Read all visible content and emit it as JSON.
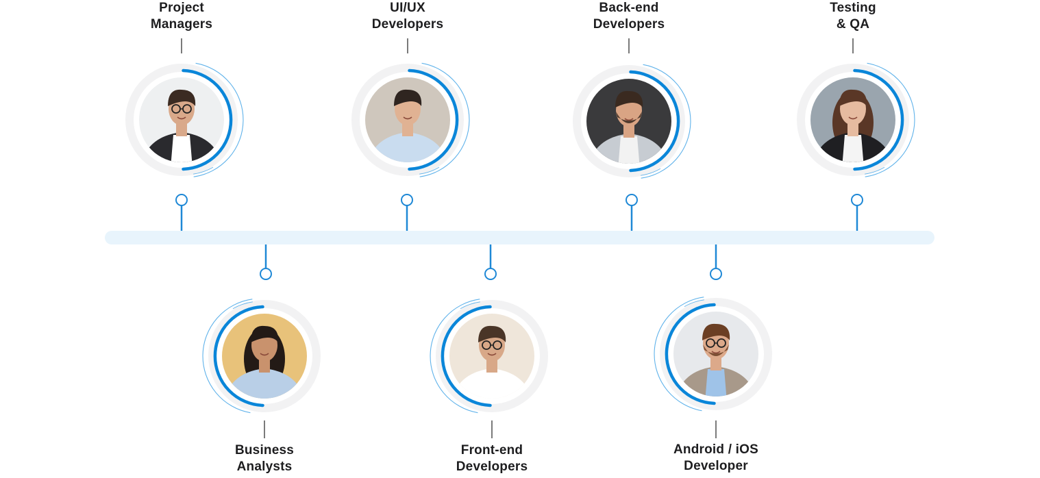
{
  "roles": [
    {
      "id": "project-managers",
      "lines": [
        "Project",
        "Managers"
      ],
      "row": "top",
      "avatar": {
        "bg": "#eef0f1",
        "skin": "#d9a98a",
        "hair": "#3b2b22",
        "shirt": "#ffffff",
        "jacket": "#2a2a2e",
        "glasses": true,
        "beard": false,
        "long_hair": false
      }
    },
    {
      "id": "ui-ux-developers",
      "lines": [
        "UI/UX",
        "Developers"
      ],
      "row": "top",
      "avatar": {
        "bg": "#cfc7bd",
        "skin": "#e0b293",
        "hair": "#2f2520",
        "shirt": "#c9dcef",
        "jacket": "#c9dcef",
        "glasses": false,
        "beard": false,
        "long_hair": false
      }
    },
    {
      "id": "back-end-developers",
      "lines": [
        "Back-end",
        "Developers"
      ],
      "row": "top",
      "avatar": {
        "bg": "#3a3a3c",
        "skin": "#d9a484",
        "hair": "#3a2a20",
        "shirt": "#f2f2f2",
        "jacket": "#c7ccd2",
        "glasses": false,
        "beard": true,
        "long_hair": false
      }
    },
    {
      "id": "testing-qa",
      "lines": [
        "Testing",
        "& QA"
      ],
      "row": "top",
      "avatar": {
        "bg": "#9aa5ae",
        "skin": "#e6bba0",
        "hair": "#5a3726",
        "shirt": "#f4f4f4",
        "jacket": "#1f1f22",
        "glasses": false,
        "beard": false,
        "long_hair": true
      }
    },
    {
      "id": "business-analysts",
      "lines": [
        "Business",
        "Analysts"
      ],
      "row": "bottom",
      "avatar": {
        "bg": "#e8c27a",
        "skin": "#c9926d",
        "hair": "#231a16",
        "shirt": "#b9cfe7",
        "jacket": "#b9cfe7",
        "glasses": false,
        "beard": false,
        "long_hair": true
      }
    },
    {
      "id": "front-end-developers",
      "lines": [
        "Front-end",
        "Developers"
      ],
      "row": "bottom",
      "avatar": {
        "bg": "#efe6da",
        "skin": "#d8a888",
        "hair": "#4a3527",
        "shirt": "#ffffff",
        "jacket": "#ffffff",
        "glasses": true,
        "beard": false,
        "long_hair": false
      }
    },
    {
      "id": "android-ios-developer",
      "lines": [
        "Android / iOS",
        "Developer"
      ],
      "row": "bottom",
      "avatar": {
        "bg": "#e7e9ec",
        "skin": "#dca98a",
        "hair": "#6b3f24",
        "shirt": "#9fc3e8",
        "jacket": "#a8998a",
        "glasses": true,
        "beard": true,
        "long_hair": false
      }
    }
  ],
  "colors": {
    "accent": "#0a86d9",
    "accent_light": "#5fb2ea",
    "timeline_bar": "#e8f4fc",
    "ring_bg": "#f2f2f3",
    "connector": "#1e88d6",
    "label_tick": "#333333",
    "label_text": "#1d1d1f"
  }
}
